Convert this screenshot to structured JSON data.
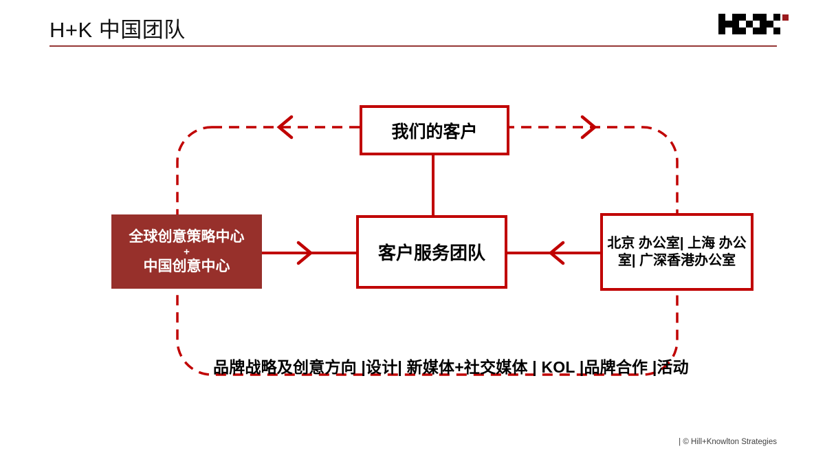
{
  "slide": {
    "title": "H+K 中国团队",
    "footer": "| © Hill+Knowlton Strategies"
  },
  "logo": {
    "name": "H+K pixel logo",
    "black": "#000000",
    "accent_red": "#9B1B1E"
  },
  "diagram": {
    "clients_box": "我们的客户",
    "service_team_box": "客户服务团队",
    "creative_box": {
      "line1": "全球创意策略中心",
      "line2": "+",
      "line3": "中国创意中心"
    },
    "offices_box": "北京 办公室| 上海 办公室| 广深香港办公室",
    "services_caption": "品牌战略及创意方向 |设计| 新媒体+社交媒体 | KOL |品牌合作 |活动",
    "colors": {
      "line_red": "#C00000",
      "dark_red_fill": "#97302B",
      "underline_red": "#953735"
    }
  }
}
